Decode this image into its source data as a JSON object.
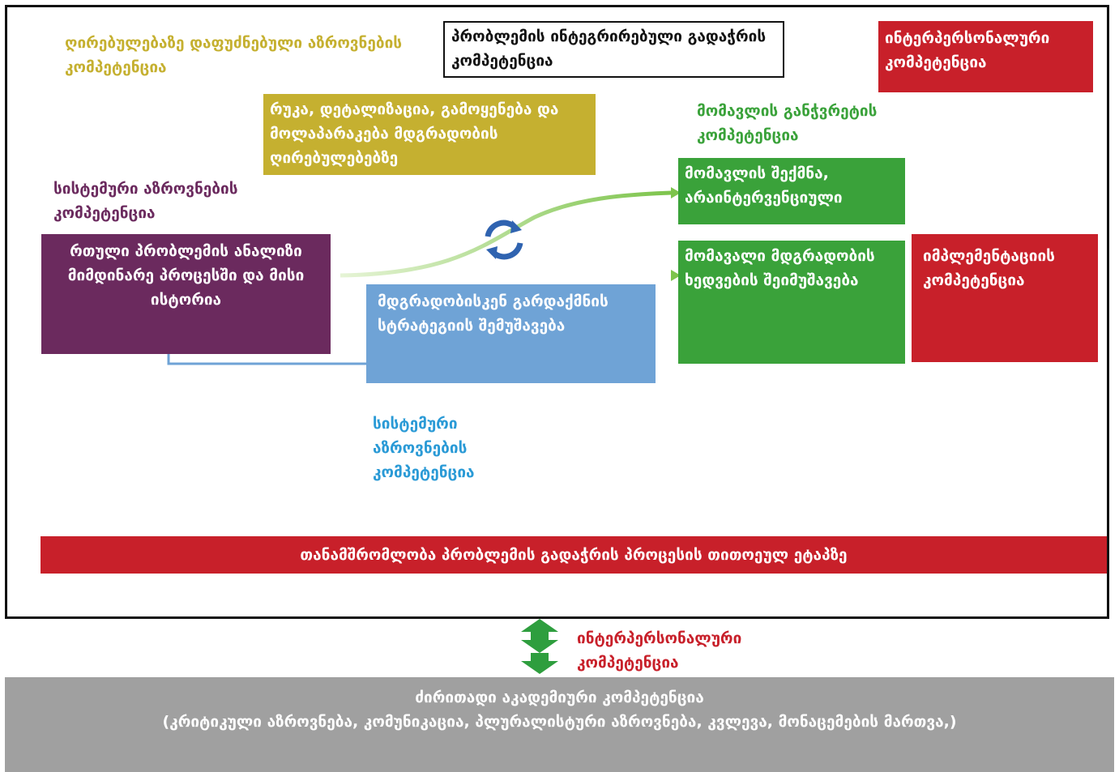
{
  "values_competence": "ღირებულებაზე დაფუძნებული აზროვნების კომპეტენცია",
  "integrated_competence": "პრობლემის ინტეგრირებული გადაჭრის კომპეტენცია",
  "interpersonal_top": "ინტერპერსონალური კომპეტენცია",
  "mapping_box": "რუკა, დეტალიზაცია, გამოყენება და მოლაპარაკება მდგრადობის ღირებულებებზე",
  "anticipatory_competence": "მომავლის განჭვრეტის კომპეტენცია",
  "future_creation_box": "მომავლის შექმნა, არაინტერვენციული",
  "systems_competence_left": "სისტემური აზროვნების კომპეტენცია",
  "problem_analysis_box": "რთული პრობლემის ანალიზი მიმდინარე პროცესში და მისი ისტორია",
  "strategy_box": "მდგრადობისკენ გარდაქმნის სტრატეგიის შემუშავება",
  "vision_box": "მომავალი მდგრადობის ხედვების შეიმუშავება",
  "implementation_box": "იმპლემენტაციის კომპეტენცია",
  "systems_competence_bottom": "სისტემური აზროვნების კომპეტენცია",
  "collaboration_bar": "თანამშრომლობა პრობლემის გადაჭრის პროცესის თითოეულ ეტაპზე",
  "interpersonal_bottom": "ინტერპერსონალური კომპეტენცია",
  "academic_title": "ძირითადი აკადემიური კომპეტენცია",
  "academic_details": "(კრიტიკული აზროვნება, კომუნიკაცია, პლურალისტური აზროვნება, კვლევა, მონაცემების მართვა,)",
  "colors": {
    "olive": "#c5b030",
    "purple": "#6b2a5e",
    "green": "#3aa23a",
    "blue": "#6fa3d6",
    "red": "#c8202a",
    "gray": "#a0a0a0",
    "arrow_green": "#7dc44c",
    "cycle_blue": "#2f63b0"
  },
  "icons": [
    "cycle-arrows-icon",
    "double-arrow-vertical-icon"
  ]
}
